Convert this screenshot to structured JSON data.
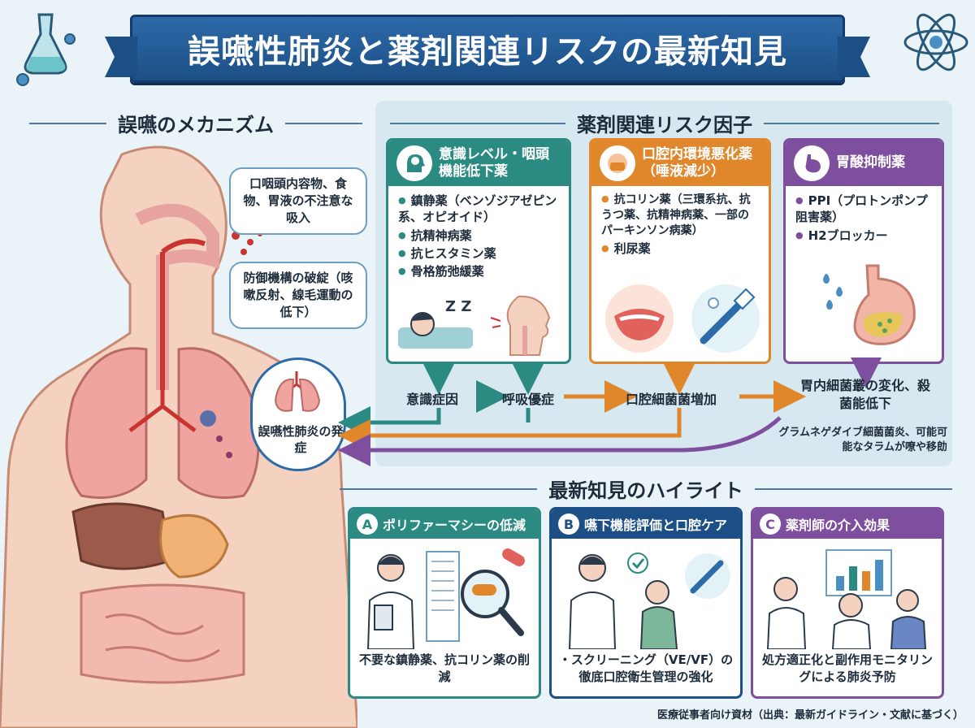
{
  "title": "誤嚥性肺炎と薬剤関連リスクの最新知見",
  "mechanism": {
    "heading": "誤嚥のメカニズム",
    "bubble1": "口咽頭内容物、食物、胃液の不注意な吸入",
    "bubble2": "防御機構の破綻（咳嗽反射、線毛運動の低下）",
    "onset": "誤嚥性肺炎の発症"
  },
  "risk": {
    "heading": "薬剤関連リスク因子",
    "cards": [
      {
        "title": "意識レベル・咽頭機能低下薬",
        "icon": "head-brain-icon",
        "items": [
          "鎮静薬（ベンゾジアゼピン系、オピオイド）",
          "抗精神病薬",
          "抗ヒスタミン薬",
          "骨格筋弛緩薬"
        ]
      },
      {
        "title": "口腔内環境悪化薬（唾液減少）",
        "icon": "mouth-mask-icon",
        "items": [
          "抗コリン薬（三環系抗、抗うつ薬、抗精神病薬、一部のパーキンソン病薬）",
          "利尿薬"
        ]
      },
      {
        "title": "胃酸抑制薬",
        "icon": "stomach-icon",
        "items": [
          "PPI（プロトンポンプ阻害薬）",
          "H2ブロッカー"
        ]
      }
    ],
    "flow": {
      "consciousness": "意識症因",
      "respiratory": "呼吸優症",
      "oral_bacteria": "口腔細菌菌増加",
      "gastric": "胃内細菌叢の変化、殺菌能低下",
      "note": "グラムネゲダイブ細菌菌炎、可能可能なタラムが嘹や移勆",
      "zzz": "Z Z"
    }
  },
  "highlights": {
    "heading": "最新知見のハイライト",
    "cards": [
      {
        "badge": "A",
        "title": "ポリファーマシーの低減",
        "text": "不要な鎮静薬、抗コリン薬の削減"
      },
      {
        "badge": "B",
        "title": "嚥下機能評価と口腔ケア",
        "text": "・スクリーニング（VE/VF）の徹底口腔衛生管理の強化"
      },
      {
        "badge": "C",
        "title": "薬剤師の介入効果",
        "text": "処方適正化と副作用モニタリングによる肺炎予防"
      }
    ]
  },
  "footer": "医療従事者向け資材（出典：最新ガイドライン・文献に基づく）",
  "colors": {
    "teal": "#2b8b82",
    "orange": "#e0862b",
    "purple": "#7d4f9e",
    "navy": "#1c4f86"
  }
}
